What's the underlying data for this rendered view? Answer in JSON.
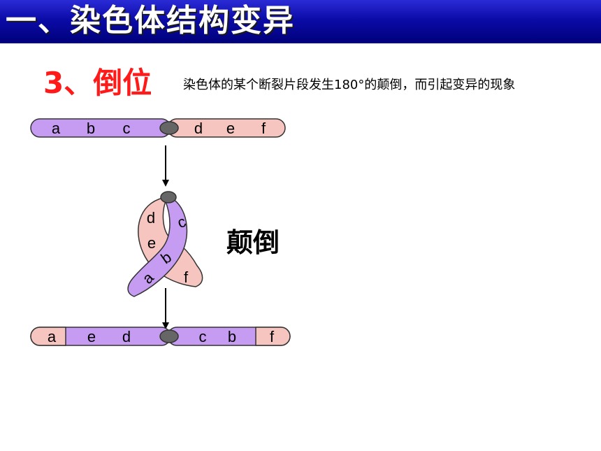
{
  "banner": {
    "title": "一、染色体结构变异",
    "color": "#0b0ba8"
  },
  "section": {
    "heading": "3、倒位",
    "definition": "染色体的某个断裂片段发生180°的颠倒，而引起变异的现象"
  },
  "chromosome_before": {
    "left_arm": [
      "a",
      "b",
      "c"
    ],
    "right_arm": [
      "d",
      "e",
      "f"
    ]
  },
  "loop": {
    "strand1": [
      "d",
      "e"
    ],
    "strand2": [
      "c",
      "b",
      "a"
    ],
    "tail": [
      "f"
    ],
    "label": "颠倒"
  },
  "chromosome_after": {
    "left_arm": [
      "a",
      "e",
      "d"
    ],
    "right_arm": [
      "c",
      "b",
      "f"
    ]
  },
  "colors": {
    "purple": "#c69cf2",
    "pink": "#f7c5c0",
    "centromere": "#666666",
    "heading": "#ff1a1a"
  }
}
